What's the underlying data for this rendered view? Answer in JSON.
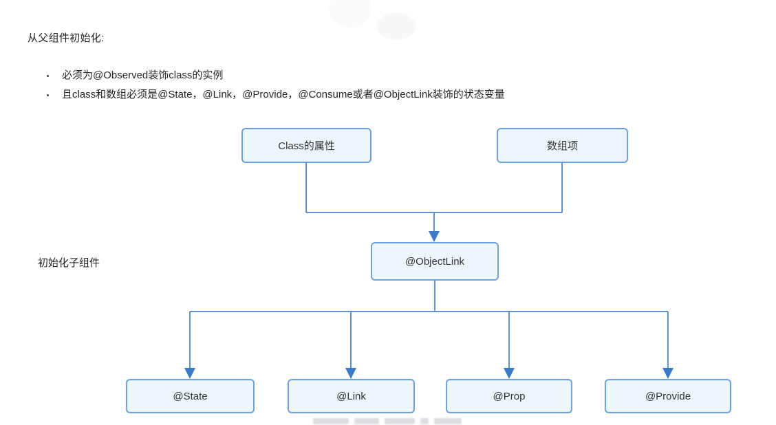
{
  "page": {
    "title": "从父组件初始化:",
    "bullets": [
      "必须为@Observed装饰class的实例",
      "且class和数组必须是@State，@Link，@Provide，@Consume或者@ObjectLink装饰的状态变量"
    ],
    "side_label": "初始化子组件"
  },
  "diagram": {
    "nodes": [
      {
        "id": "class-prop",
        "label": "Class的属性"
      },
      {
        "id": "array-item",
        "label": "数组项"
      },
      {
        "id": "objectlink",
        "label": "@ObjectLink"
      },
      {
        "id": "state",
        "label": "@State"
      },
      {
        "id": "link",
        "label": "@Link"
      },
      {
        "id": "prop",
        "label": "@Prop"
      },
      {
        "id": "provide",
        "label": "@Provide"
      }
    ],
    "colors": {
      "node_border": "#6ca1e1",
      "node_fill": "#eef6fd",
      "connector": "#4a84c9",
      "arrowhead": "#3a7bc8",
      "text": "#333333"
    }
  }
}
